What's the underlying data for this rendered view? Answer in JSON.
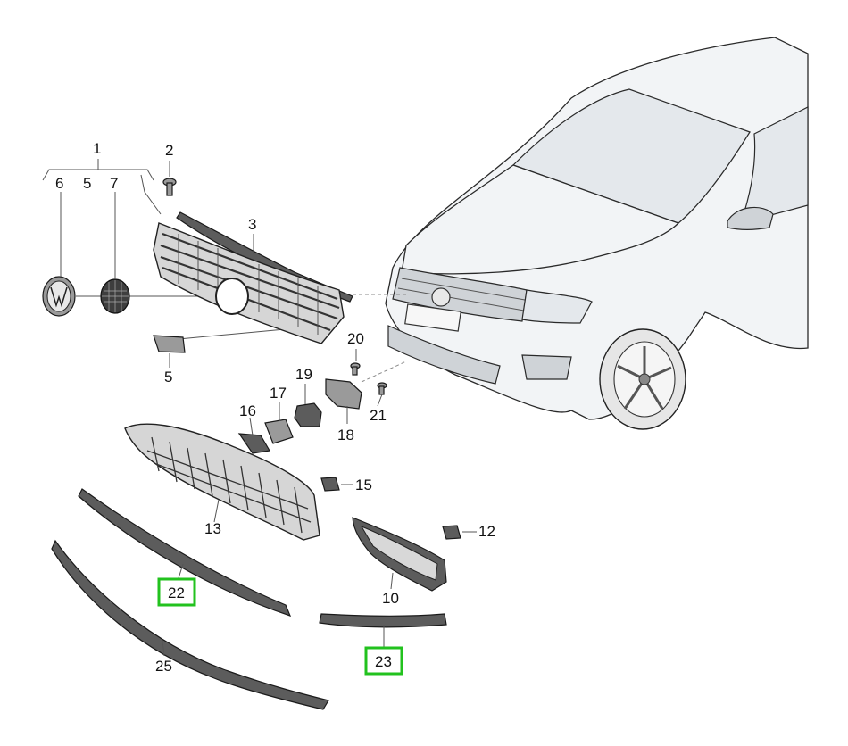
{
  "labels": {
    "l1": "1",
    "l2": "2",
    "l3": "3",
    "l5a": "5",
    "l5b": "5",
    "l6": "6",
    "l7": "7",
    "l10": "10",
    "l12": "12",
    "l13": "13",
    "l15": "15",
    "l16": "16",
    "l17": "17",
    "l18": "18",
    "l19": "19",
    "l20": "20",
    "l21": "21",
    "l22": "22",
    "l23": "23",
    "l25": "25"
  },
  "highlighted_labels": [
    "22",
    "23"
  ],
  "colors": {
    "highlight": "#22c21e",
    "ink": "#111111"
  }
}
